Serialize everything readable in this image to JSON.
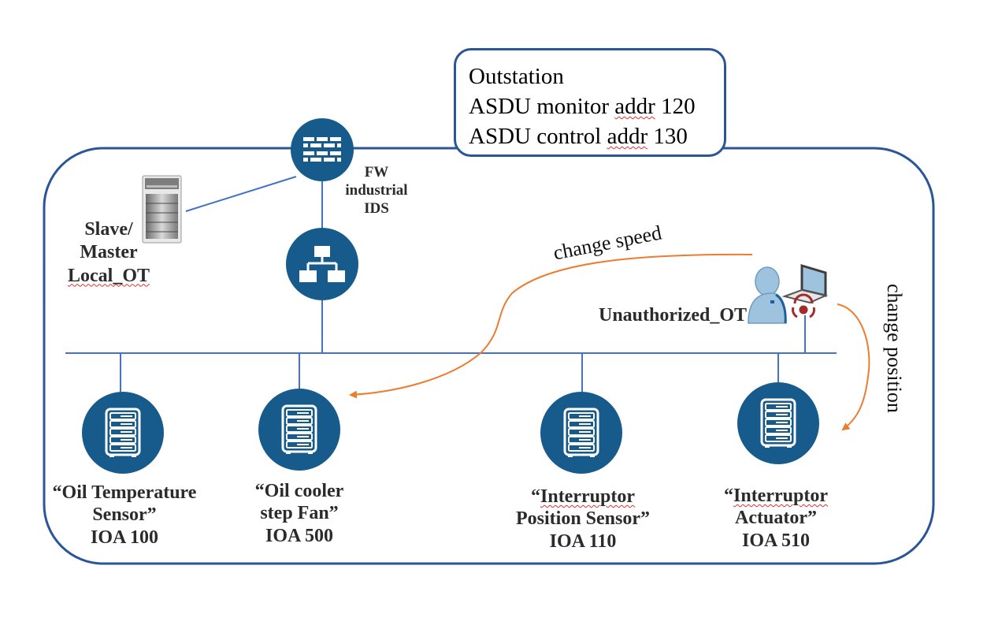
{
  "colors": {
    "frame": "#2a5597",
    "link": "#4472c4",
    "node_fill": "#175a8c",
    "attack_arrow": "#ec7c30",
    "label_text": "#2b2b2b"
  },
  "outstation": {
    "title": "Outstation",
    "monitor_prefix": "ASDU monitor ",
    "monitor_addr_word": "addr",
    "monitor_value": " 120",
    "control_prefix": "ASDU control ",
    "control_addr_word": "addr",
    "control_value": " 130"
  },
  "firewall": {
    "icon": "firewall-brick-icon",
    "label_lines": [
      "FW",
      "industrial",
      "IDS"
    ]
  },
  "switch": {
    "icon": "network-hierarchy-icon"
  },
  "local_ot": {
    "icon": "server-tower-icon",
    "label_lines": [
      "Slave/",
      "Master"
    ],
    "label_underlined": "Local_OT"
  },
  "attacker": {
    "icon": "hacker-laptop-biohazard-icon",
    "label": "Unauthorized_OT"
  },
  "attacks": [
    {
      "label": "change speed",
      "target": "Oil cooler step Fan"
    },
    {
      "label": "change position",
      "target": "Interruptor Actuator"
    }
  ],
  "devices": [
    {
      "line1": "“Oil Temperature",
      "line1_spell": false,
      "line2": "Sensor”",
      "ioa": "IOA 100",
      "icon": "rack-server-icon"
    },
    {
      "line1": "“Oil cooler",
      "line1_spell": false,
      "line2": "step Fan”",
      "ioa": "IOA 500",
      "icon": "rack-server-icon"
    },
    {
      "line1_quote": "“",
      "line1": "Interruptor",
      "line1_spell": true,
      "line2": "Position Sensor”",
      "ioa": "IOA 110",
      "icon": "rack-server-icon"
    },
    {
      "line1_quote": "“",
      "line1": "Interruptor",
      "line1_spell": true,
      "line2": "Actuator”",
      "ioa": "IOA 510",
      "icon": "rack-server-icon"
    }
  ]
}
